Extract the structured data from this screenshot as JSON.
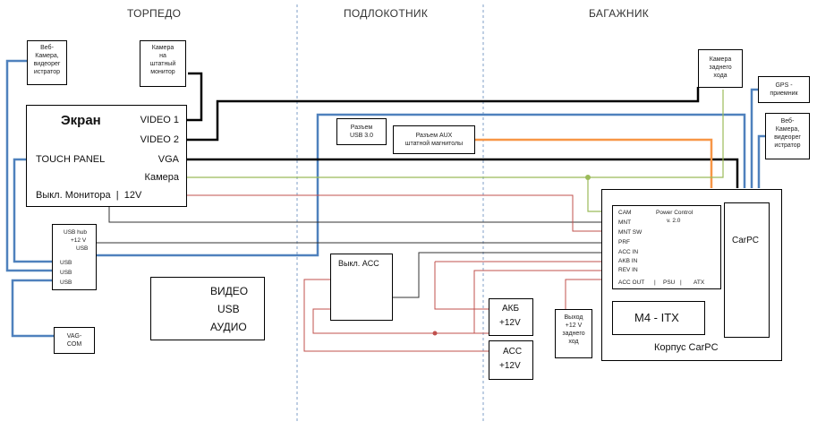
{
  "sections": {
    "torpedo": "ТОРПЕДО",
    "armrest": "ПОДЛОКОТНИК",
    "trunk": "БАГАЖНИК"
  },
  "screen": {
    "title": "Экран",
    "video1": "VIDEO 1",
    "video2": "VIDEO 2",
    "touch": "TOUCH PANEL",
    "vga": "VGA",
    "camera": "Камера",
    "monitor_off": "Выкл. Монитора",
    "sep": "|",
    "v12": "12V"
  },
  "web_cam_left": [
    "Веб-",
    "Камера,",
    "видеорег",
    "истратор"
  ],
  "cam_monitor": [
    "Камера",
    "на",
    "штатный",
    "монитор"
  ],
  "rear_cam": [
    "Камера",
    "заднего",
    "хода"
  ],
  "gps": [
    "GPS -",
    "приемник"
  ],
  "web_cam_right": [
    "Веб-",
    "Камера,",
    "видеорег",
    "истратор"
  ],
  "usb30": [
    "Разъем",
    "USB 3.0"
  ],
  "aux": [
    "Разъем AUX",
    "штатной магнитолы"
  ],
  "usb_hub": {
    "title": "USB hub",
    "v12": "+12 V",
    "usb": "USB",
    "ports": [
      "USB",
      "USB",
      "USB"
    ]
  },
  "vag": [
    "VAG-",
    "COM"
  ],
  "legend": {
    "video": "ВИДЕО",
    "usb": "USB",
    "audio": "АУДИО"
  },
  "acc_switch": "Выкл. ACC",
  "akb": [
    "АКБ",
    "+12V"
  ],
  "acc": [
    "ACC",
    "+12V"
  ],
  "reverse_out": [
    "Выход",
    "+12 V",
    "заднего",
    "ход"
  ],
  "power_control": {
    "title": [
      "Power Control",
      "v. 2.0"
    ],
    "pins": [
      "CAM",
      "MNT",
      "MNT SW",
      "PRF",
      "ACC IN",
      "AKB IN",
      "REV IN"
    ],
    "bottom": [
      "ACC OUT",
      "|",
      "PSU",
      "|",
      "ATX"
    ]
  },
  "m4": "M4 - ITX",
  "carpc": "CarPC",
  "case": "Корпус CarPC",
  "colors": {
    "video": "#000000",
    "usb": "#4f81bd",
    "audio": "#f79646",
    "camera": "#9bbb59",
    "power": "#c0504d",
    "divider": "#7f9fc7"
  }
}
